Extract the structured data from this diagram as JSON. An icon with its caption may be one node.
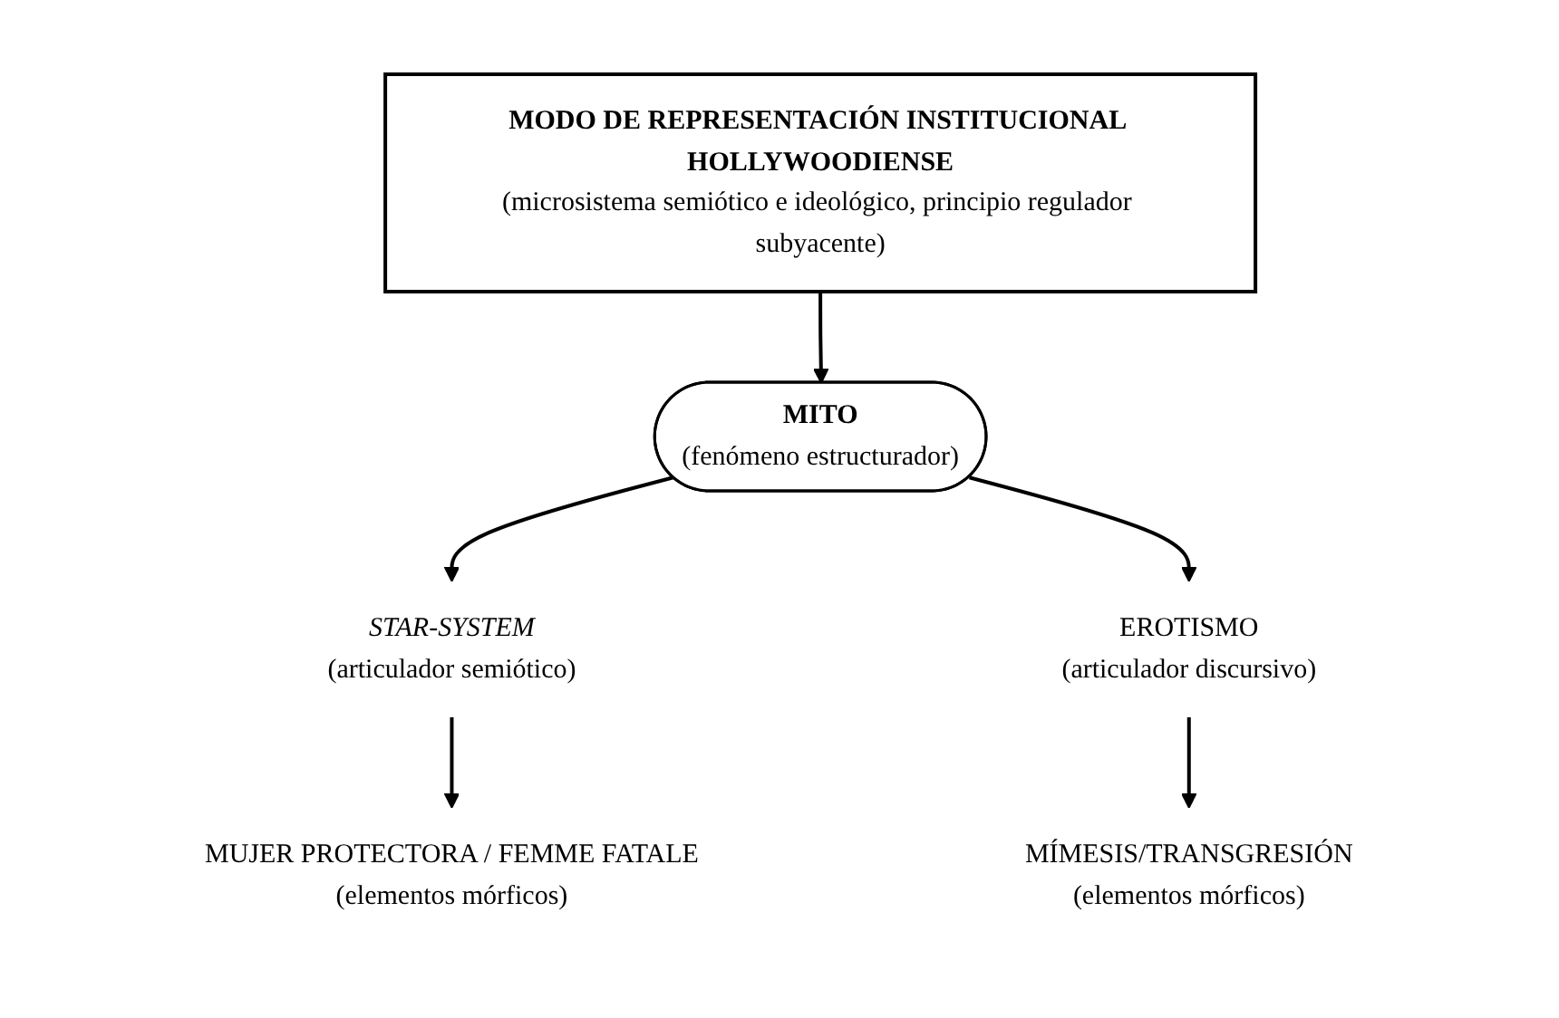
{
  "diagram": {
    "nodes": [
      {
        "text": [
          "MODO DE REPRESENTACIÓN INSTITUCIONAL HOLLYWOODIENSE",
          "(microsistema semiótico e ideológico, principio regulador subyacente)"
        ]
      },
      {
        "text": [
          "MITO",
          "(fenómeno estructurador)"
        ]
      },
      {
        "text": [
          "STAR-SYSTEM",
          "(articulador semiótico)"
        ]
      },
      {
        "text": [
          "EROTISMO",
          "(articulador discursivo)"
        ]
      },
      {
        "text": [
          "MUJER PROTECTORA / FEMME FATALE",
          "(elementos mórficos)"
        ]
      },
      {
        "text": [
          "MÍMESIS/TRANSGRESIÓN",
          "(elementos mórficos)"
        ]
      }
    ],
    "edges": [
      {
        "from": 0,
        "to": 1,
        "arrow": "to"
      },
      {
        "from": 1,
        "to": 2,
        "arrow": "to"
      },
      {
        "from": 1,
        "to": 3,
        "arrow": "to"
      },
      {
        "from": 2,
        "to": 4,
        "arrow": "to"
      },
      {
        "from": 3,
        "to": 5,
        "arrow": "to"
      }
    ]
  }
}
